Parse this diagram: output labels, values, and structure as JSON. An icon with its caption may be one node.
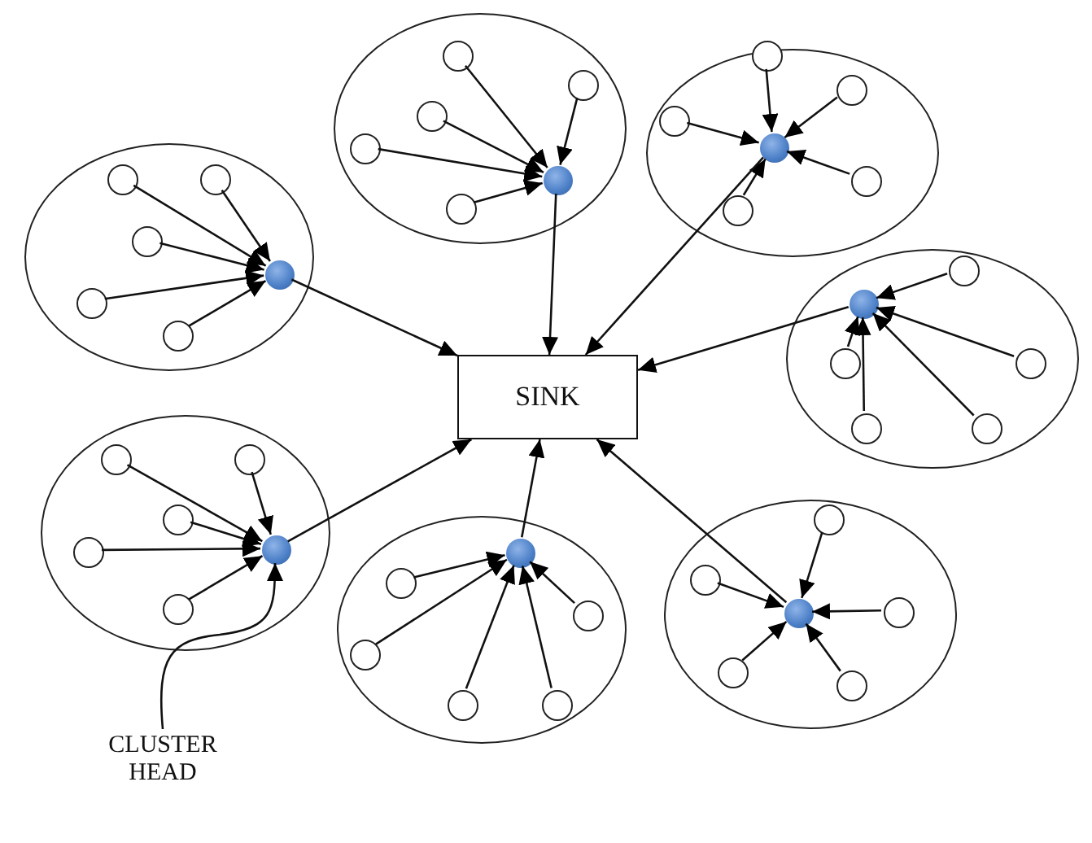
{
  "diagram": {
    "nodes": [
      {
        "text": [],
        "shape": "ellipse"
      },
      {
        "text": [],
        "shape": "circle",
        "in": 0
      },
      {
        "text": [],
        "shape": "circle",
        "in": 0
      },
      {
        "text": [],
        "shape": "circle",
        "in": 0
      },
      {
        "text": [],
        "shape": "circle",
        "in": 0
      },
      {
        "text": [],
        "shape": "circle",
        "in": 0
      },
      {
        "text": [],
        "shape": "circle",
        "in": 0
      },
      {
        "text": [],
        "shape": "ellipse"
      },
      {
        "text": [],
        "shape": "circle",
        "in": 7
      },
      {
        "text": [],
        "shape": "circle",
        "in": 7
      },
      {
        "text": [],
        "shape": "circle",
        "in": 7
      },
      {
        "text": [],
        "shape": "circle",
        "in": 7
      },
      {
        "text": [],
        "shape": "circle",
        "in": 7
      },
      {
        "text": [],
        "shape": "circle",
        "in": 7
      },
      {
        "text": [],
        "shape": "ellipse"
      },
      {
        "text": [],
        "shape": "circle",
        "in": 14
      },
      {
        "text": [],
        "shape": "circle",
        "in": 14
      },
      {
        "text": [],
        "shape": "circle",
        "in": 14
      },
      {
        "text": [],
        "shape": "circle",
        "in": 14
      },
      {
        "text": [],
        "shape": "circle",
        "in": 14
      },
      {
        "text": [],
        "shape": "circle",
        "in": 14
      },
      {
        "text": [],
        "shape": "ellipse"
      },
      {
        "text": [],
        "shape": "circle",
        "in": 21
      },
      {
        "text": [],
        "shape": "circle",
        "in": 21
      },
      {
        "text": [],
        "shape": "circle",
        "in": 21
      },
      {
        "text": [],
        "shape": "circle",
        "in": 21
      },
      {
        "text": [],
        "shape": "circle",
        "in": 21
      },
      {
        "text": [],
        "shape": "circle",
        "in": 21
      },
      {
        "text": [
          "SINK"
        ]
      },
      {
        "text": [],
        "shape": "ellipse"
      },
      {
        "text": [],
        "shape": "circle",
        "in": 29
      },
      {
        "text": [],
        "shape": "circle",
        "in": 29
      },
      {
        "text": [],
        "shape": "circle",
        "in": 29
      },
      {
        "text": [],
        "shape": "circle",
        "in": 29
      },
      {
        "text": [],
        "shape": "circle",
        "in": 29
      },
      {
        "text": [],
        "shape": "circle",
        "in": 29
      },
      {
        "text": [],
        "shape": "ellipse"
      },
      {
        "text": [],
        "shape": "circle",
        "in": 36
      },
      {
        "text": [],
        "shape": "circle",
        "in": 36
      },
      {
        "text": [],
        "shape": "circle",
        "in": 36
      },
      {
        "text": [],
        "shape": "circle",
        "in": 36
      },
      {
        "text": [],
        "shape": "circle",
        "in": 36
      },
      {
        "text": [],
        "shape": "circle",
        "in": 36
      },
      {
        "text": [],
        "shape": "ellipse"
      },
      {
        "text": [],
        "shape": "circle",
        "in": 43
      },
      {
        "text": [],
        "shape": "circle",
        "in": 43
      },
      {
        "text": [],
        "shape": "circle",
        "in": 43
      },
      {
        "text": [],
        "shape": "circle",
        "in": 43
      },
      {
        "text": [],
        "shape": "circle",
        "in": 43
      },
      {
        "text": [],
        "shape": "circle",
        "in": 43
      },
      {
        "text": [
          "CLUSTER HEAD"
        ]
      }
    ],
    "edges": [
      {
        "from": 2,
        "to": 1,
        "arrow": "to"
      },
      {
        "from": 3,
        "to": 1,
        "arrow": "to"
      },
      {
        "from": 4,
        "to": 1,
        "arrow": "to"
      },
      {
        "from": 5,
        "to": 1,
        "arrow": "to"
      },
      {
        "from": 6,
        "to": 1,
        "arrow": "to"
      },
      {
        "from": 9,
        "to": 8,
        "arrow": "to"
      },
      {
        "from": 10,
        "to": 8,
        "arrow": "to"
      },
      {
        "from": 11,
        "to": 8,
        "arrow": "to"
      },
      {
        "from": 12,
        "to": 8,
        "arrow": "to"
      },
      {
        "from": 13,
        "to": 8,
        "arrow": "to"
      },
      {
        "from": 16,
        "to": 15,
        "arrow": "to"
      },
      {
        "from": 17,
        "to": 15,
        "arrow": "to"
      },
      {
        "from": 18,
        "to": 15,
        "arrow": "to"
      },
      {
        "from": 19,
        "to": 15,
        "arrow": "to"
      },
      {
        "from": 20,
        "to": 15,
        "arrow": "to"
      },
      {
        "from": 23,
        "to": 22,
        "arrow": "to"
      },
      {
        "from": 24,
        "to": 22,
        "arrow": "to"
      },
      {
        "from": 25,
        "to": 22,
        "arrow": "to"
      },
      {
        "from": 26,
        "to": 22,
        "arrow": "to"
      },
      {
        "from": 27,
        "to": 22,
        "arrow": "to"
      },
      {
        "from": 31,
        "to": 30,
        "arrow": "to"
      },
      {
        "from": 32,
        "to": 30,
        "arrow": "to"
      },
      {
        "from": 33,
        "to": 30,
        "arrow": "to"
      },
      {
        "from": 34,
        "to": 30,
        "arrow": "to"
      },
      {
        "from": 35,
        "to": 30,
        "arrow": "to"
      },
      {
        "from": 38,
        "to": 37,
        "arrow": "to"
      },
      {
        "from": 39,
        "to": 37,
        "arrow": "to"
      },
      {
        "from": 40,
        "to": 37,
        "arrow": "to"
      },
      {
        "from": 41,
        "to": 37,
        "arrow": "to"
      },
      {
        "from": 42,
        "to": 37,
        "arrow": "to"
      },
      {
        "from": 45,
        "to": 44,
        "arrow": "to"
      },
      {
        "from": 46,
        "to": 44,
        "arrow": "to"
      },
      {
        "from": 47,
        "to": 44,
        "arrow": "to"
      },
      {
        "from": 48,
        "to": 44,
        "arrow": "to"
      },
      {
        "from": 49,
        "to": 44,
        "arrow": "to"
      },
      {
        "from": 1,
        "to": 28,
        "arrow": "to"
      },
      {
        "from": 8,
        "to": 28,
        "arrow": "to"
      },
      {
        "from": 15,
        "to": 28,
        "arrow": "to"
      },
      {
        "from": 22,
        "to": 28,
        "arrow": "to"
      },
      {
        "from": 30,
        "to": 28,
        "arrow": "to"
      },
      {
        "from": 37,
        "to": 28,
        "arrow": "to"
      },
      {
        "from": 44,
        "to": 28,
        "arrow": "to"
      },
      {
        "from": 50,
        "to": 30,
        "arrow": "to"
      }
    ]
  }
}
